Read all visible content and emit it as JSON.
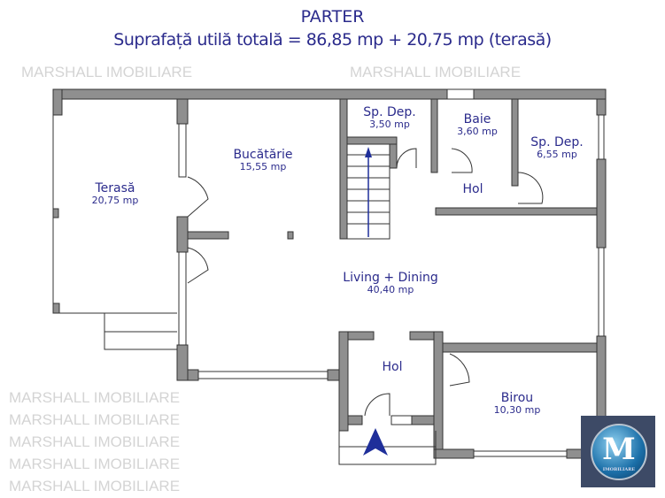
{
  "header": {
    "title": "PARTER",
    "subtitle": "Suprafață utilă totală = 86,85 mp + 20,75 mp (terasă)"
  },
  "rooms": [
    {
      "name": "Terasă",
      "area": "20,75 mp"
    },
    {
      "name": "Bucătărie",
      "area": "15,55 mp"
    },
    {
      "name": "Sp. Dep.",
      "area": "3,50 mp"
    },
    {
      "name": "Baie",
      "area": "3,60 mp"
    },
    {
      "name": "Sp. Dep.",
      "area": "6,55 mp"
    },
    {
      "name": "Hol",
      "area": ""
    },
    {
      "name": "Living + Dining",
      "area": "40,40 mp"
    },
    {
      "name": "Hol",
      "area": ""
    },
    {
      "name": "Birou",
      "area": "10,30 mp"
    }
  ],
  "watermark": "MARSHALL IMOBILIARE",
  "logo": {
    "letter": "M",
    "text": "IMOBILIARE"
  },
  "colors": {
    "wall": "#8f8f8f",
    "text": "#2b2b8c",
    "arrow": "#1f2f9a",
    "logo_bg": "#3d4a66"
  }
}
